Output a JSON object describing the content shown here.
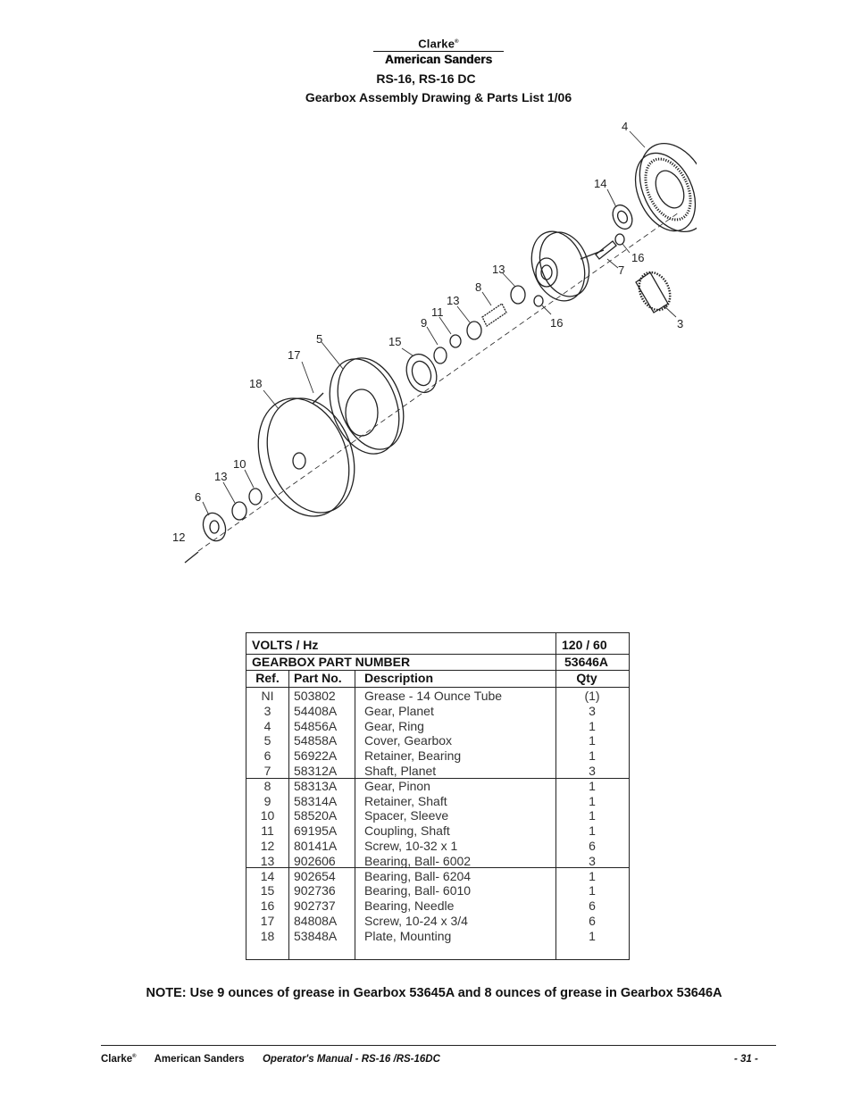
{
  "header": {
    "brand_top": "Clarke",
    "brand_top_mark": "®",
    "brand_main": "American Sanders",
    "model_line": "RS-16, RS-16 DC",
    "subtitle": "Gearbox Assembly Drawing & Parts List  1/06"
  },
  "drawing": {
    "callouts": [
      "4",
      "14",
      "16",
      "7",
      "3",
      "16",
      "13",
      "8",
      "13",
      "11",
      "9",
      "15",
      "5",
      "17",
      "18",
      "10",
      "13",
      "6",
      "12"
    ]
  },
  "parts_table": {
    "volts_label": "VOLTS / Hz",
    "volts_value": "120 / 60",
    "gearbox_label": "GEARBOX PART NUMBER",
    "gearbox_value": "53646A",
    "col_ref": "Ref.",
    "col_part": "Part No.",
    "col_desc": "Description",
    "col_qty": "Qty",
    "rows": [
      {
        "ref": "NI",
        "part": "503802",
        "desc": "Grease - 14 Ounce Tube",
        "qty": "(1)"
      },
      {
        "ref": "3",
        "part": "54408A",
        "desc": "Gear, Planet",
        "qty": "3"
      },
      {
        "ref": "4",
        "part": "54856A",
        "desc": "Gear, Ring",
        "qty": "1"
      },
      {
        "ref": "5",
        "part": "54858A",
        "desc": "Cover, Gearbox",
        "qty": "1"
      },
      {
        "ref": "6",
        "part": "56922A",
        "desc": "Retainer, Bearing",
        "qty": "1"
      },
      {
        "ref": "7",
        "part": "58312A",
        "desc": "Shaft, Planet",
        "qty": "3"
      },
      {
        "ref": "8",
        "part": "58313A",
        "desc": "Gear, Pinon",
        "qty": "1"
      },
      {
        "ref": "9",
        "part": "58314A",
        "desc": "Retainer, Shaft",
        "qty": "1"
      },
      {
        "ref": "10",
        "part": "58520A",
        "desc": "Spacer, Sleeve",
        "qty": "1"
      },
      {
        "ref": "11",
        "part": "69195A",
        "desc": "Coupling, Shaft",
        "qty": "1"
      },
      {
        "ref": "12",
        "part": "80141A",
        "desc": "Screw, 10-32 x 1",
        "qty": "6"
      },
      {
        "ref": "13",
        "part": "902606",
        "desc": "Bearing, Ball- 6002",
        "qty": "3"
      },
      {
        "ref": "14",
        "part": "902654",
        "desc": "Bearing, Ball- 6204",
        "qty": "1"
      },
      {
        "ref": "15",
        "part": "902736",
        "desc": "Bearing, Ball- 6010",
        "qty": "1"
      },
      {
        "ref": "16",
        "part": "902737",
        "desc": "Bearing, Needle",
        "qty": "6"
      },
      {
        "ref": "17",
        "part": "84808A",
        "desc": "Screw, 10-24 x 3/4",
        "qty": "6"
      },
      {
        "ref": "18",
        "part": "53848A",
        "desc": "Plate, Mounting",
        "qty": "1"
      }
    ]
  },
  "note": "NOTE: Use 9 ounces of grease in Gearbox 53645A and 8 ounces of grease in Gearbox 53646A",
  "footer": {
    "brand": "Clarke",
    "brand_mark": "®",
    "brand_rest": "American  Sanders",
    "manual": "Operator's  Manual  -  RS-16  /RS-16DC",
    "page": "- 31 -"
  }
}
